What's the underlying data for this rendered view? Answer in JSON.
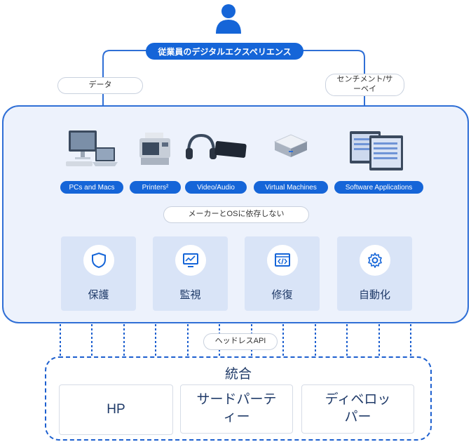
{
  "header": {
    "title": "従業員のデジタルエクスペリエンス"
  },
  "side_labels": {
    "left": "データ",
    "right": "センチメント/サーベイ"
  },
  "devices": [
    {
      "label": "PCs and Macs",
      "icon": "computer-icon"
    },
    {
      "label": "Printers²",
      "icon": "printer-icon"
    },
    {
      "label": "Video/Audio",
      "icon": "headset-icon"
    },
    {
      "label": "Virtual Machines",
      "icon": "virtual-machine-icon"
    },
    {
      "label": "Software Applications",
      "icon": "app-window-icon"
    }
  ],
  "agnostic_label": "メーカーとOSに依存しない",
  "capabilities": [
    {
      "label": "保護",
      "icon": "shield-icon"
    },
    {
      "label": "監視",
      "icon": "monitor-chart-icon"
    },
    {
      "label": "修復",
      "icon": "code-window-icon"
    },
    {
      "label": "自動化",
      "icon": "gear-icon"
    }
  ],
  "headless_api_label": "ヘッドレスAPI",
  "integration": {
    "title": "統合",
    "cards": [
      {
        "label": "HP"
      },
      {
        "label": "サードパーティー"
      },
      {
        "label": "ディベロッパー"
      }
    ]
  },
  "colors": {
    "accent": "#1565d8",
    "panel": "#edf2fc",
    "capability_box": "#d9e4f7",
    "border": "#2f6fd6"
  }
}
